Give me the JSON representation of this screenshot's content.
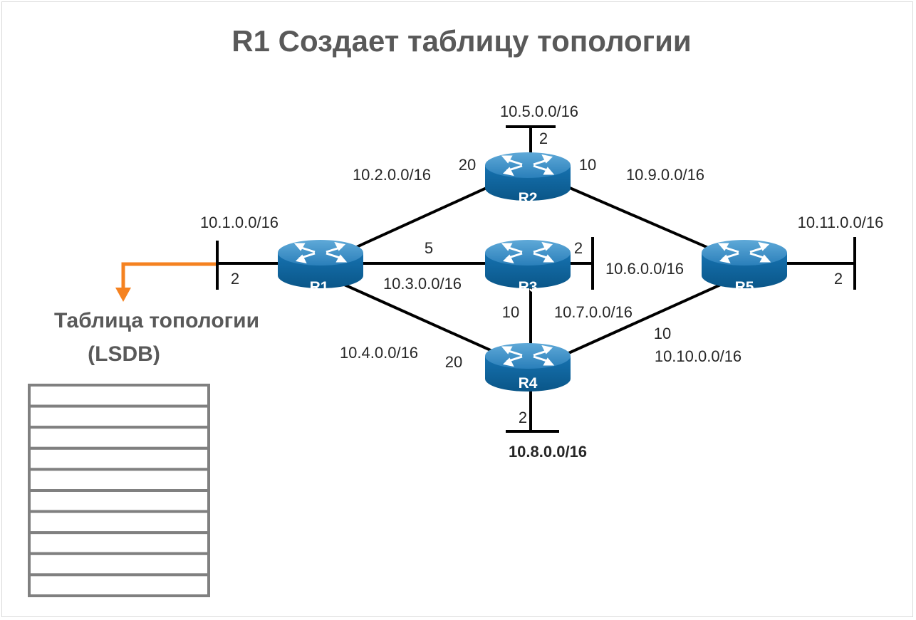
{
  "title": "R1 Создает таблицу топологии",
  "routers": {
    "r1": "R1",
    "r2": "R2",
    "r3": "R3",
    "r4": "R4",
    "r5": "R5"
  },
  "networks": {
    "n1": "10.1.0.0/16",
    "n2": "10.2.0.0/16",
    "n3": "10.3.0.0/16",
    "n4": "10.4.0.0/16",
    "n5": "10.5.0.0/16",
    "n6": "10.6.0.0/16",
    "n7": "10.7.0.0/16",
    "n8": "10.8.0.0/16",
    "n9": "10.9.0.0/16",
    "n10": "10.10.0.0/16",
    "n11": "10.11.0.0/16"
  },
  "costs": {
    "r1_lan": "2",
    "r1_r2": "20",
    "r1_r3": "5",
    "r1_r4": "20",
    "r2_lan": "2",
    "r2_r5": "10",
    "r3_lan": "2",
    "r3_r4": "10",
    "r4_r5": "10",
    "r4_lan": "2",
    "r5_lan": "2"
  },
  "topology_table": {
    "label_line1": "Таблица топологии",
    "label_line2": "(LSDB)",
    "rows": 10
  },
  "colors": {
    "router_top": "#3a8ec4",
    "router_body": "#0f6aa8",
    "arrow": "#f58220",
    "table_border": "#808080"
  }
}
